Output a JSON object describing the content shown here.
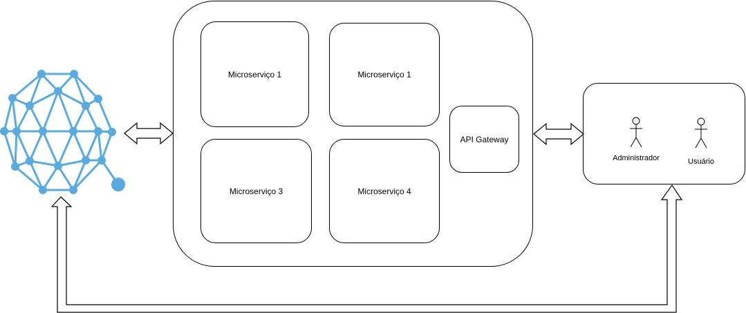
{
  "microservices": [
    {
      "label": "Microserviço 1"
    },
    {
      "label": "Microserviço 1"
    },
    {
      "label": "Microserviço 3"
    },
    {
      "label": "Microserviço 4"
    }
  ],
  "gateway": {
    "label": "API Gateway"
  },
  "actors": [
    {
      "label": "Administrador"
    },
    {
      "label": "Usuário"
    }
  ],
  "colors": {
    "network_icon": "#5aaae0",
    "stroke": "#000000"
  },
  "icons": {
    "network": "network-mesh-icon",
    "actor": "stick-figure-icon"
  }
}
